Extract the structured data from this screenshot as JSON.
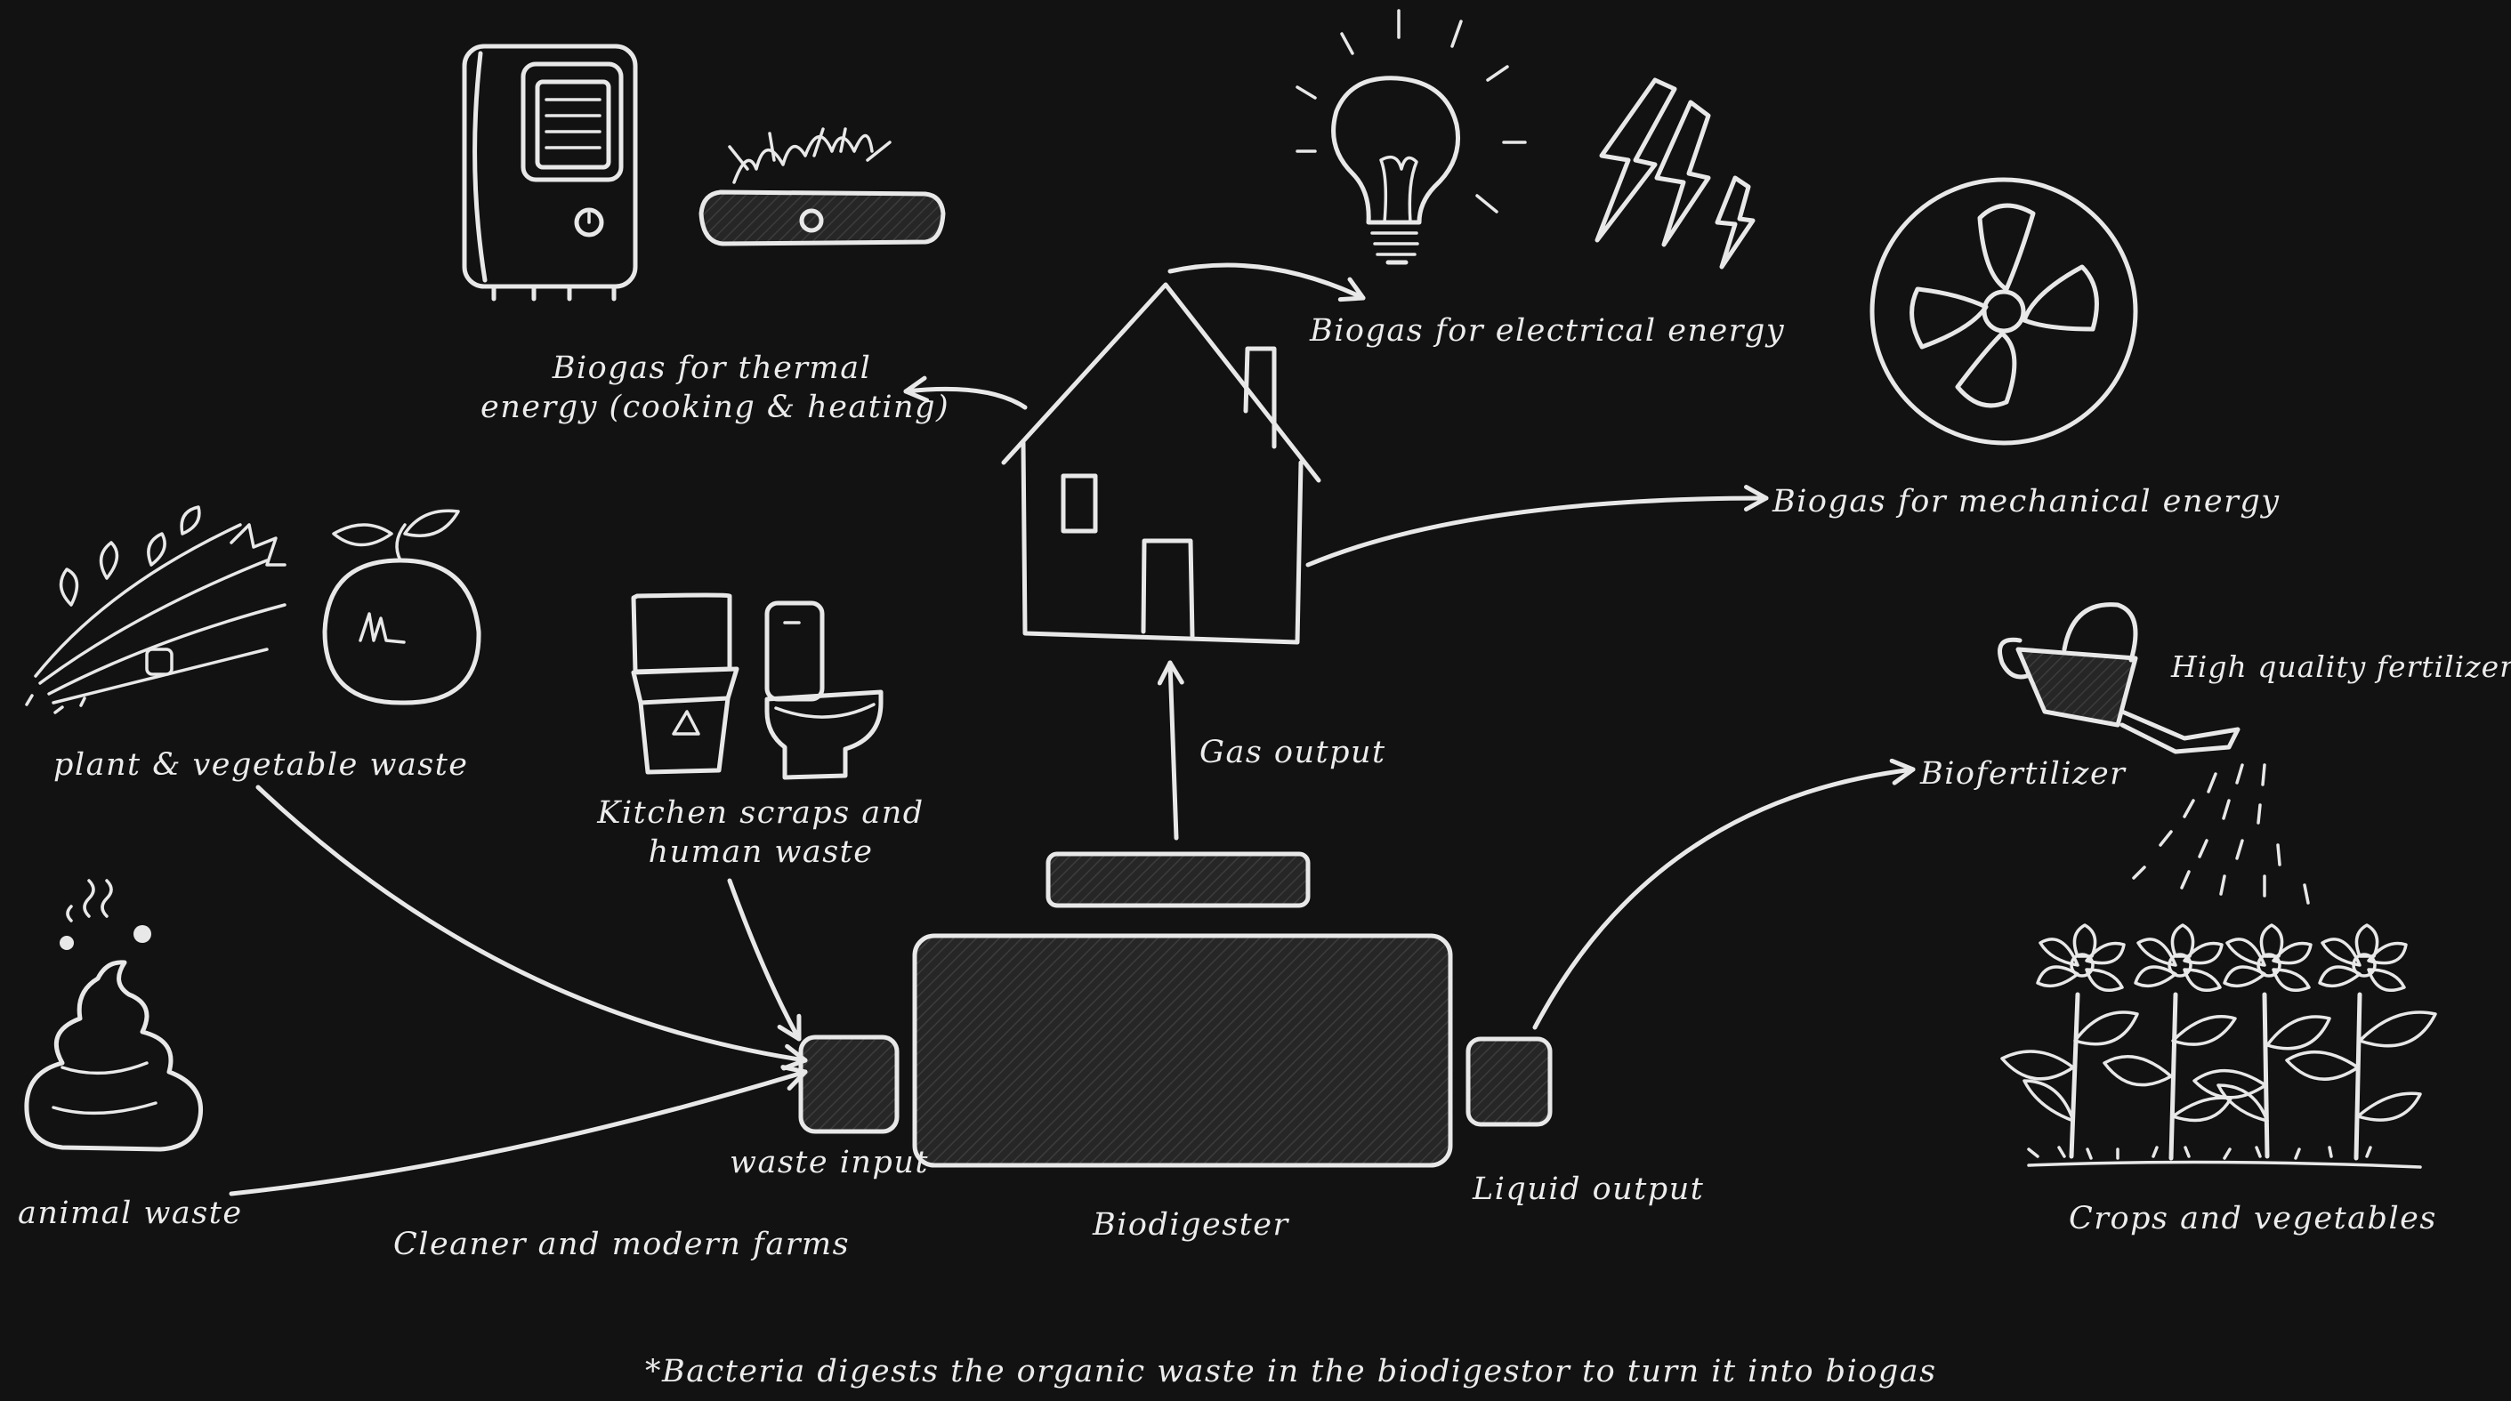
{
  "labels": {
    "thermal_l1": "Biogas for thermal",
    "thermal_l2": "energy (cooking & heating)",
    "electrical": "Biogas for electrical energy",
    "mechanical": "Biogas for mechanical energy",
    "plant_waste": "plant & vegetable waste",
    "kitchen_l1": "Kitchen scraps and",
    "kitchen_l2": "human waste",
    "gas_output": "Gas output",
    "high_quality": "High quality fertilizer",
    "biofertilizer": "Biofertilizer",
    "animal_waste": "animal waste",
    "waste_input": "waste input",
    "liquid_output": "Liquid output",
    "cleaner_farms": "Cleaner and modern farms",
    "biodigester": "Biodigester",
    "crops": "Crops and vegetables",
    "footnote": "*Bacteria digests the organic waste in the biodigestor to turn it into biogas"
  },
  "colors": {
    "background": "#121212",
    "stroke": "#e8e8e8",
    "hatch_fill": "#2c2c2c"
  },
  "icons": [
    "heater-icon",
    "gas-stove-icon",
    "light-bulb-icon",
    "lightning-icon",
    "fan-icon",
    "house-icon",
    "plant-waste-icon",
    "fruit-icon",
    "trash-bin-icon",
    "toilet-icon",
    "poop-icon",
    "watering-can-icon",
    "crops-icon"
  ]
}
